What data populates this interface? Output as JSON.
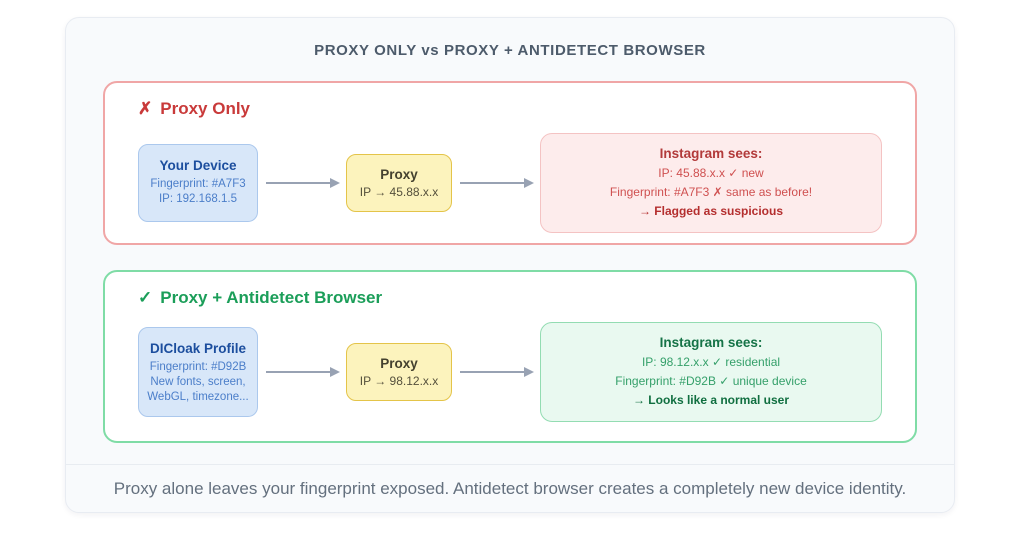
{
  "title": "PROXY ONLY vs PROXY + ANTIDETECT BROWSER",
  "sections": {
    "proxy_only": {
      "icon": "✗",
      "heading": "Proxy Only",
      "device": {
        "title": "Your Device",
        "line1": "Fingerprint: #A7F3",
        "line2": "IP: 192.168.1.5",
        "line3": ""
      },
      "proxy": {
        "title": "Proxy",
        "line": "IP → 45.88.x.x"
      },
      "result": {
        "title": "Instagram sees:",
        "line1": "IP: 45.88.x.x ✓ new",
        "line2": "Fingerprint: #A7F3 ✗ same as before!",
        "line3": "→ Flagged as suspicious"
      }
    },
    "proxy_antidetect": {
      "icon": "✓",
      "heading": "Proxy + Antidetect Browser",
      "device": {
        "title": "DICloak Profile",
        "line1": "Fingerprint: #D92B",
        "line2": "New fonts, screen,",
        "line3": "WebGL, timezone..."
      },
      "proxy": {
        "title": "Proxy",
        "line": "IP → 98.12.x.x"
      },
      "result": {
        "title": "Instagram sees:",
        "line1": "IP: 98.12.x.x ✓ residential",
        "line2": "Fingerprint: #D92B ✓ unique device",
        "line3": "→ Looks like a normal user"
      }
    }
  },
  "footer": {
    "caption": "Proxy alone leaves your fingerprint exposed. Antidetect browser creates a completely new device identity."
  },
  "colors": {
    "bad_border": "#f0a6a6",
    "bad_text": "#c93a3a",
    "good_border": "#7fdca6",
    "good_text": "#1b9e59",
    "device_bg": "#d8e7f9",
    "device_text": "#1c4e9e",
    "proxy_bg": "#fcf3bd",
    "proxy_border": "#e4c449",
    "arrow": "#98a2b3",
    "card_bg": "#f8fafc"
  }
}
